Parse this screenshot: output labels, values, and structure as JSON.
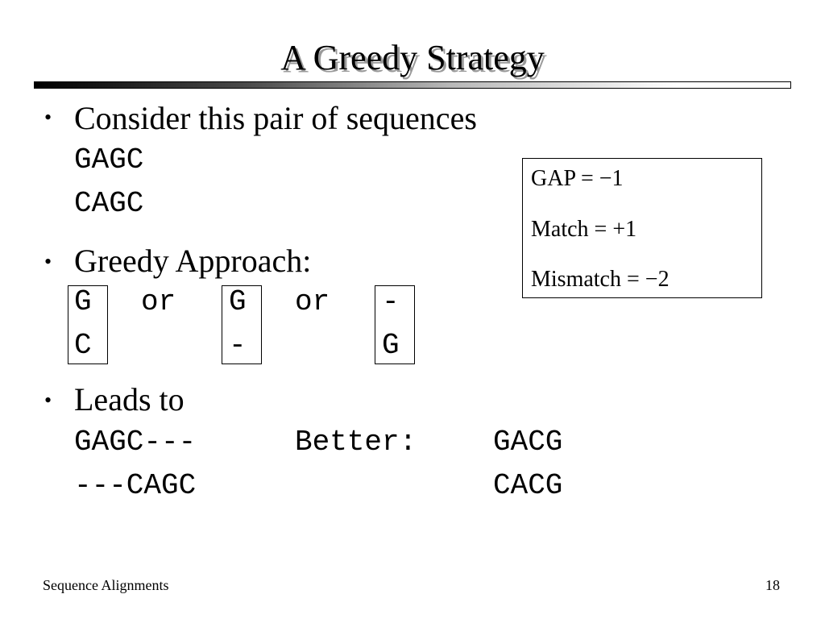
{
  "slide": {
    "title": "A Greedy Strategy",
    "bullets": [
      {
        "text": "Consider this pair of sequences",
        "lines": [
          "GAGC",
          "CAGC"
        ]
      },
      {
        "text": "Greedy Approach:",
        "options": [
          {
            "top": "G",
            "bottom": "C"
          },
          {
            "top": "G",
            "bottom": "-"
          },
          {
            "top": "-",
            "bottom": "G"
          }
        ],
        "separator": "or"
      },
      {
        "text": "Leads to",
        "result_lines": [
          "GAGC---",
          "---CAGC"
        ],
        "better_label": "Better:",
        "better_lines": [
          "GACG",
          "CACG"
        ]
      }
    ],
    "scoring": [
      "GAP = −1",
      "Match = +1",
      "Mismatch = −2"
    ],
    "footer": {
      "left": "Sequence Alignments",
      "right": "18"
    }
  }
}
